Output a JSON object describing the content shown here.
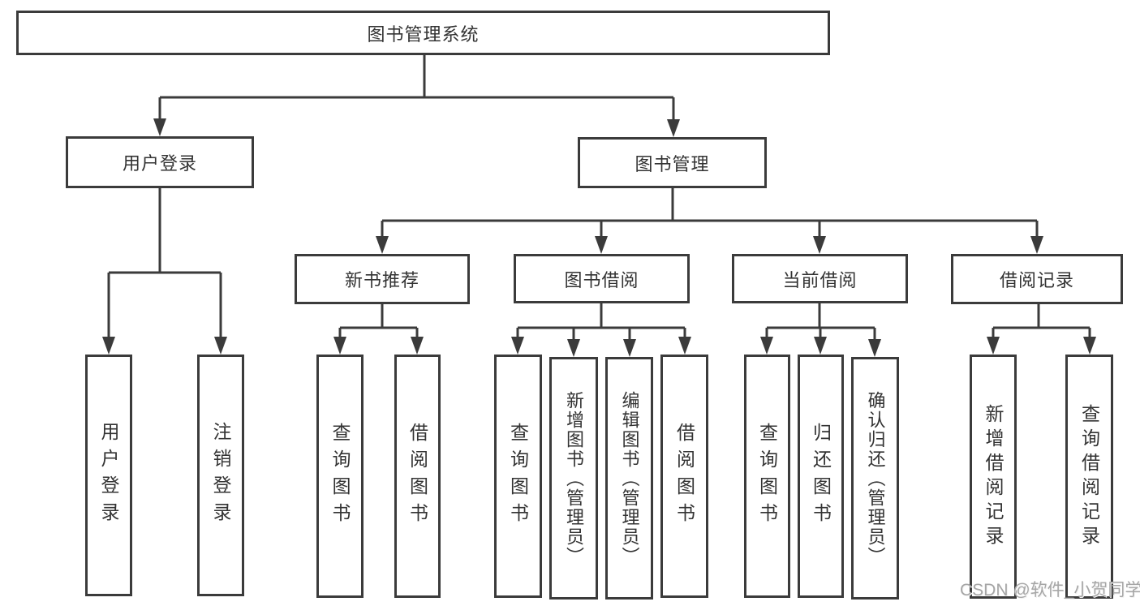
{
  "diagram": {
    "root": {
      "label": "图书管理系统"
    },
    "level2": {
      "user_login": {
        "label": "用户登录"
      },
      "book_management": {
        "label": "图书管理"
      }
    },
    "level3": {
      "new_book_recommend": {
        "label": "新书推荐"
      },
      "book_borrowing": {
        "label": "图书借阅"
      },
      "current_borrowing": {
        "label": "当前借阅"
      },
      "borrowing_records": {
        "label": "借阅记录"
      }
    },
    "leaves": {
      "user_login": [
        {
          "label": "用户登录"
        },
        {
          "label": "注销登录"
        }
      ],
      "new_book_recommend": [
        {
          "label": "查询图书"
        },
        {
          "label": "借阅图书"
        }
      ],
      "book_borrowing": [
        {
          "label": "查询图书"
        },
        {
          "label": "新增图书（管理员）"
        },
        {
          "label": "编辑图书（管理员）"
        },
        {
          "label": "借阅图书"
        }
      ],
      "current_borrowing": [
        {
          "label": "查询图书"
        },
        {
          "label": "归还图书"
        },
        {
          "label": "确认归还（管理员）"
        }
      ],
      "borrowing_records": [
        {
          "label": "新增借阅记录"
        },
        {
          "label": "查询借阅记录"
        }
      ]
    }
  },
  "watermark": {
    "text": "CSDN @软件_小贺同学"
  },
  "colors": {
    "line": "#3b3b3b",
    "text": "#333333",
    "background": "#ffffff",
    "watermark": "#a6a6a6"
  }
}
